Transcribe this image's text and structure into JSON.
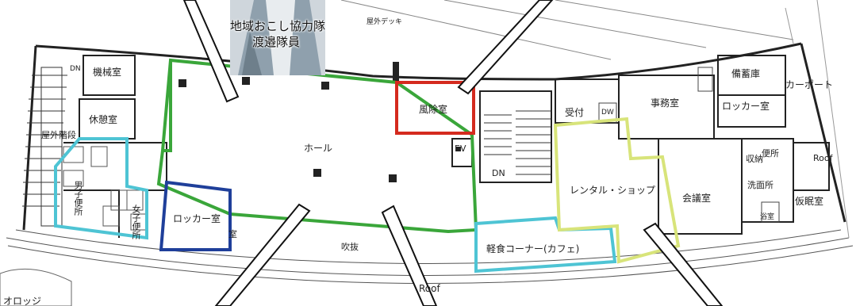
{
  "person_caption": {
    "line1": "地域おこし協力隊",
    "line2": "渡邉隊員"
  },
  "rooms": {
    "outdoor_deck": "屋外デッキ",
    "machine_room": "機械室",
    "break_room": "休憩室",
    "outdoor_stairs": "屋外階段",
    "dn_left": "DN",
    "mens_toilet": "男子便所",
    "womens_toilet": "女子便所",
    "locker_room_left": "ロッカー室",
    "hall": "ホール",
    "windbreak_room": "風除室",
    "ev": "EV",
    "dn_center": "DN",
    "atrium": "吹抜",
    "partial_room": "室",
    "light_meal_corner": "軽食コーナー(カフェ)",
    "reception": "受付",
    "dw": "DW",
    "office": "事務室",
    "storage": "備蓄庫",
    "locker_room_right": "ロッカー室",
    "carport": "カーポート",
    "rental_shop": "レンタル・ショップ",
    "meeting_room": "会議室",
    "storage_closet": "収納",
    "toilet": "便所",
    "washroom": "洗面所",
    "nap_room": "仮眠室",
    "shower": "浴室",
    "roof_right": "Roof",
    "roof_bottom": "Roof",
    "lodge_fragment": "オロッジ"
  },
  "highlight_colors": {
    "green": "#3aa63a",
    "red": "#d42a1e",
    "blue": "#1f3f9a",
    "cyan": "#4ec4d4",
    "yellow_green": "#d8e47a"
  }
}
